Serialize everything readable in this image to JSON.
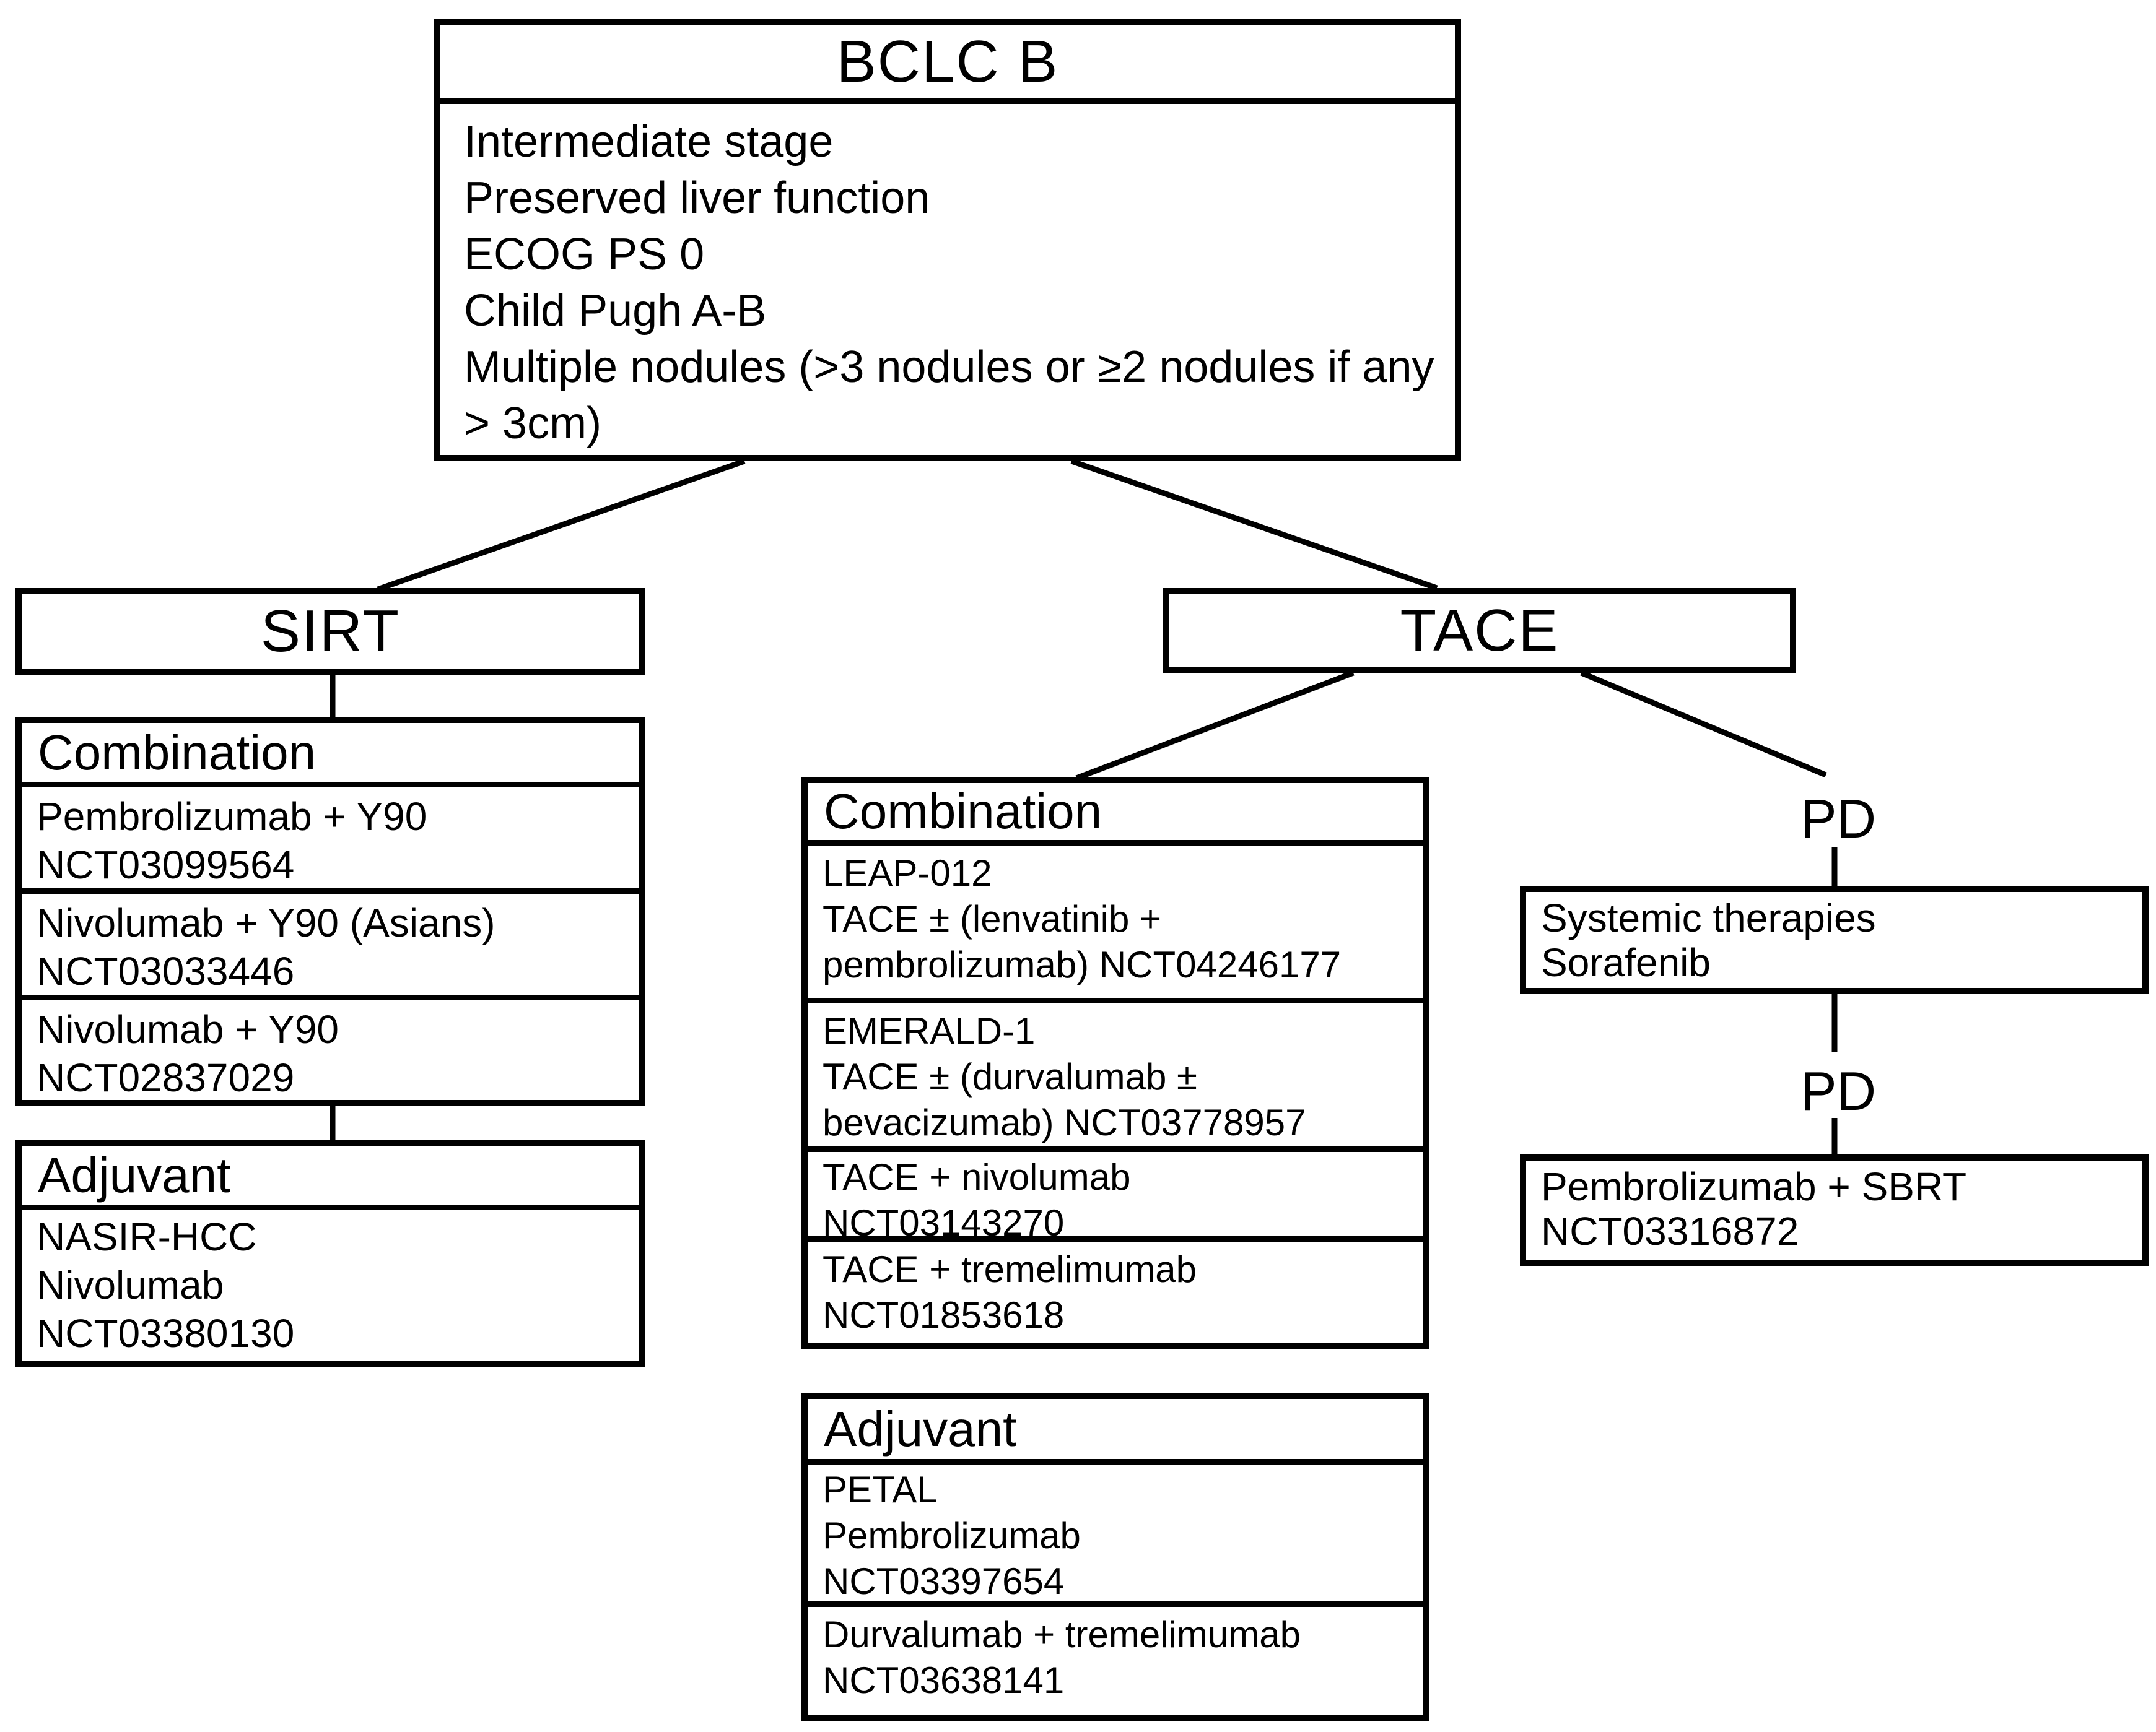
{
  "colors": {
    "background": "#ffffff",
    "line": "#000000",
    "text": "#000000"
  },
  "bclc": {
    "title": "BCLC B",
    "criteria": [
      "Intermediate stage",
      "Preserved liver function",
      "ECOG PS 0",
      "Child Pugh A-B",
      "Multiple nodules (>3 nodules or ≥2 nodules if any > 3cm)"
    ]
  },
  "sirt": {
    "title": "SIRT",
    "combination": {
      "header": "Combination",
      "trials": [
        {
          "name": "Pembrolizumab + Y90",
          "nct": "NCT03099564"
        },
        {
          "name": "Nivolumab + Y90 (Asians)",
          "nct": "NCT03033446"
        },
        {
          "name": "Nivolumab + Y90",
          "nct": "NCT02837029"
        }
      ]
    },
    "adjuvant": {
      "header": "Adjuvant",
      "trials": [
        {
          "study": "NASIR-HCC",
          "drug": "Nivolumab",
          "nct": "NCT03380130"
        }
      ]
    }
  },
  "tace": {
    "title": "TACE",
    "combination": {
      "header": "Combination",
      "trials": [
        {
          "study": "LEAP-012",
          "regimen": "TACE ± (lenvatinib + pembrolizumab) NCT04246177"
        },
        {
          "study": "EMERALD-1",
          "regimen": "TACE ± (durvalumab ± bevacizumab) NCT03778957"
        },
        {
          "name": "TACE + nivolumab",
          "nct": "NCT03143270"
        },
        {
          "name": "TACE + tremelimumab",
          "nct": "NCT01853618"
        }
      ]
    },
    "adjuvant": {
      "header": "Adjuvant",
      "trials": [
        {
          "study": "PETAL",
          "drug": "Pembrolizumab",
          "nct": "NCT03397654"
        },
        {
          "name": "Durvalumab + tremelimumab",
          "nct": "NCT03638141"
        }
      ]
    }
  },
  "progression": {
    "pd1": "PD",
    "systemic": {
      "line1": "Systemic therapies",
      "line2": "Sorafenib"
    },
    "pd2": "PD",
    "sbrt": {
      "line1": "Pembrolizumab + SBRT",
      "nct": "NCT03316872"
    }
  }
}
